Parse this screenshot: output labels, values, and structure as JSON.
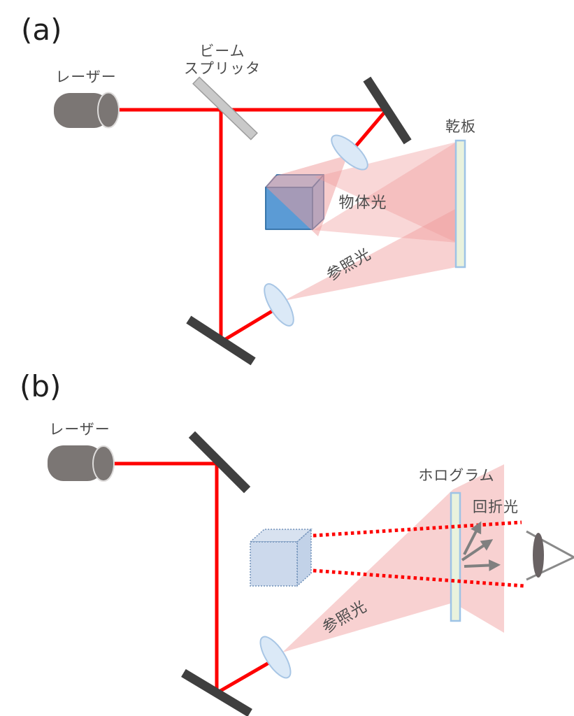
{
  "figure": {
    "panel_a": {
      "tag": "(a)",
      "labels": {
        "laser": "レーザー",
        "beam_splitter_line1": "ビーム",
        "beam_splitter_line2": "スプリッタ",
        "plate": "乾板",
        "object_light": "物体光",
        "reference_light": "参照光"
      }
    },
    "panel_b": {
      "tag": "(b)",
      "labels": {
        "laser": "レーザー",
        "hologram": "ホログラム",
        "diffracted_light": "回折光",
        "reference_light": "参照光"
      }
    }
  },
  "colors": {
    "beam": "#fe0000",
    "light_cone": "#ef9a9a",
    "mirror": "#3f3f3f",
    "splitter": "#c9c9c9",
    "splitter_stroke": "#9d9d9d",
    "laser_body": "#7b7674",
    "laser_cap_stroke": "#dddbda",
    "lens_fill": "#dbe9f7",
    "lens_stroke": "#a8c6e5",
    "plate_fill": "#e9f2dd",
    "plate_stroke": "#9dc3e6",
    "cube_front": "#5b9bd5",
    "cube_top": "#9dc3e6",
    "cube_right": "#85b0dd",
    "cube_stroke": "#2e6da4",
    "ghost_fill": "#ccd9ec",
    "ghost_top": "#d8e2f0",
    "ghost_right": "#c2d2e8",
    "ghost_stroke": "#6e8fb8",
    "arrow": "#808080",
    "eye": "#696263",
    "eye_outline": "#8a8a8a",
    "text": "#4d4d4d",
    "tag_text": "#1f1f1f"
  }
}
